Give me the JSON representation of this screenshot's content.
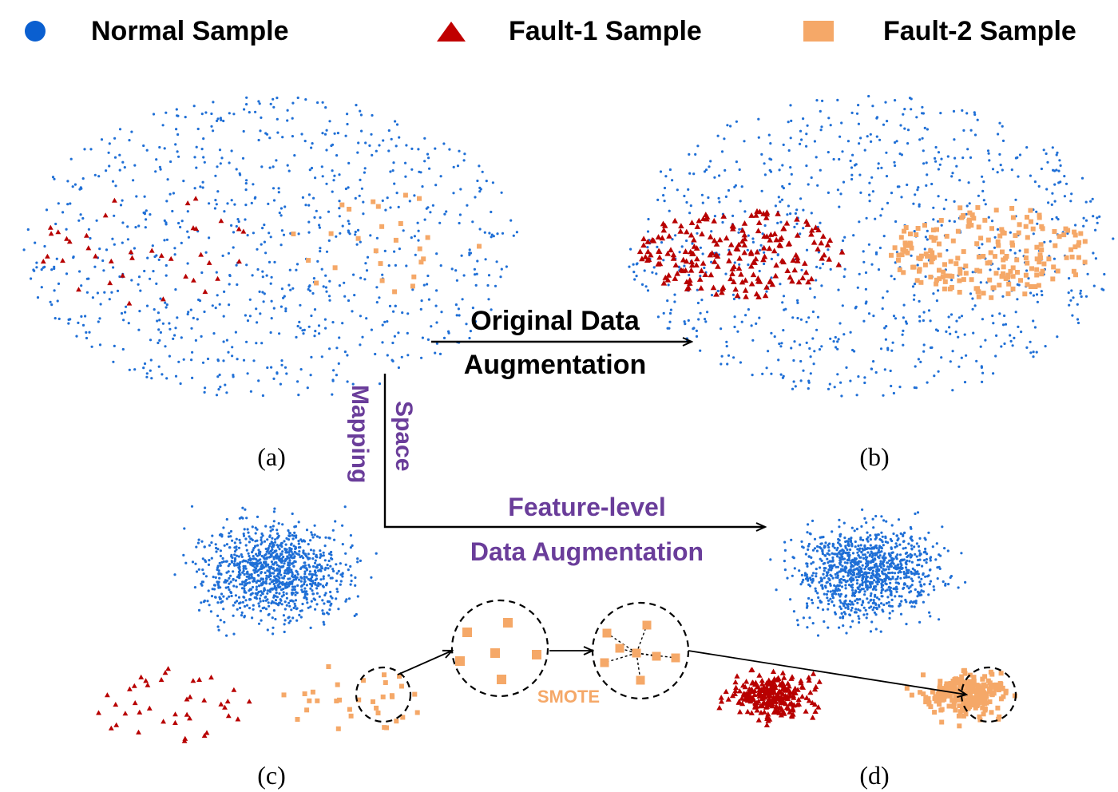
{
  "legend": [
    {
      "label": "Normal Sample",
      "shape": "circle",
      "color": "#0a5fd0"
    },
    {
      "label": "Fault-1 Sample",
      "shape": "triangle",
      "color": "#c00000"
    },
    {
      "label": "Fault-2 Sample",
      "shape": "square",
      "color": "#f5a868"
    }
  ],
  "arrows": {
    "original_line1": "Original Data",
    "original_line2": "Augmentation",
    "space": "Space",
    "mapping": "Mapping",
    "feature_line1": "Feature-level",
    "feature_line2": "Data Augmentation"
  },
  "smote_label": "SMOTE",
  "panel_labels": {
    "a": "(a)",
    "b": "(b)",
    "c": "(c)",
    "d": "(d)"
  },
  "colors": {
    "normal": "#1f6fd6",
    "fault1": "#b80000",
    "fault2": "#f5a868",
    "annotation": "#6a3d9a",
    "arrow": "#000000"
  }
}
